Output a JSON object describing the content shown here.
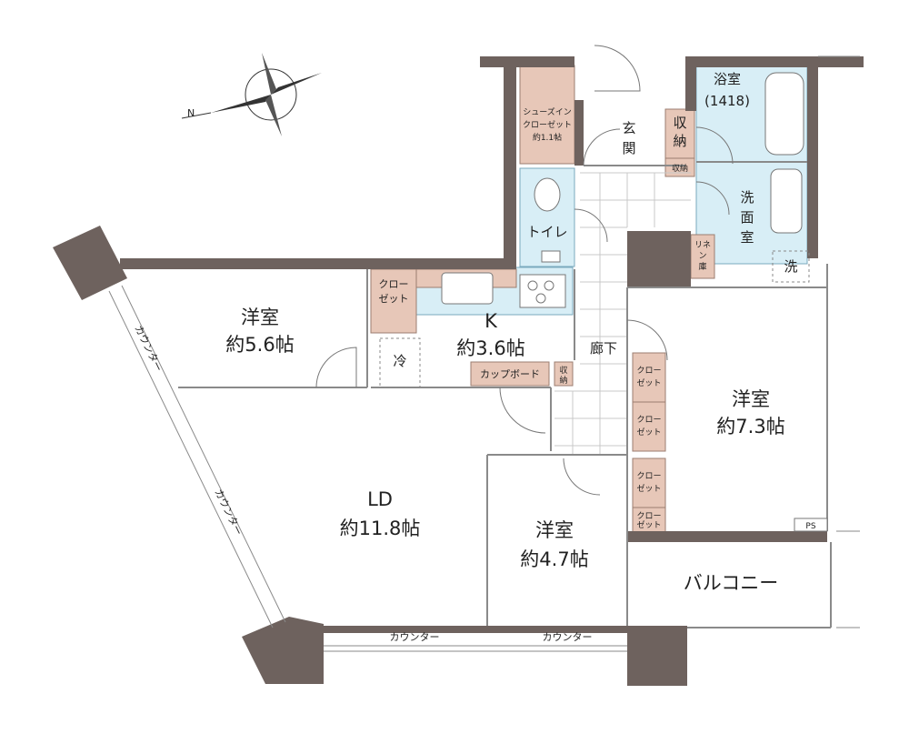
{
  "rooms": {
    "western_56": {
      "name": "洋室",
      "size": "約5.6帖"
    },
    "kitchen": {
      "name": "K",
      "size": "約3.6帖"
    },
    "ld": {
      "name": "LD",
      "size": "約11.8帖"
    },
    "western_47": {
      "name": "洋室",
      "size": "約4.7帖"
    },
    "western_73": {
      "name": "洋室",
      "size": "約7.3帖"
    },
    "balcony": {
      "name": "バルコニー"
    },
    "bath": {
      "name": "浴室",
      "size": "(1418)"
    },
    "washroom": {
      "line1": "洗",
      "line2": "面",
      "line3": "室"
    },
    "entrance": {
      "line1": "玄",
      "line2": "関"
    },
    "toilet": {
      "name": "トイレ"
    },
    "hallway": {
      "name": "廊下"
    }
  },
  "labels": {
    "shoes_closet": {
      "line1": "シューズイン",
      "line2": "クローゼット",
      "line3": "約1.1帖"
    },
    "storage_big": {
      "line1": "収",
      "line2": "納"
    },
    "storage_small": "収納",
    "linen": {
      "line1": "リネ",
      "line2": "ン",
      "line3": "庫"
    },
    "washer": "洗",
    "closet_a": {
      "line1": "クロー",
      "line2": "ゼット"
    },
    "fridge": "冷",
    "cupboard": "カップボード",
    "storage_tiny": {
      "line1": "収",
      "line2": "納"
    },
    "closet_v1": {
      "line1": "クロー",
      "line2": "ゼット"
    },
    "closet_v2": {
      "line1": "クロー",
      "line2": "ゼット"
    },
    "closet_v3": {
      "line1": "クロー",
      "line2": "ゼット"
    },
    "closet_small": {
      "line1": "クロー",
      "line2": "ゼット"
    },
    "counter_1": "カウンター",
    "counter_2": "カウンター",
    "counter_3": "カウンター",
    "counter_4": "カウンター",
    "ps": "PS",
    "north": "N"
  },
  "colors": {
    "wall": "#6e625e",
    "closet": "#e7c7b8",
    "wet_area": "#d8eef6"
  }
}
